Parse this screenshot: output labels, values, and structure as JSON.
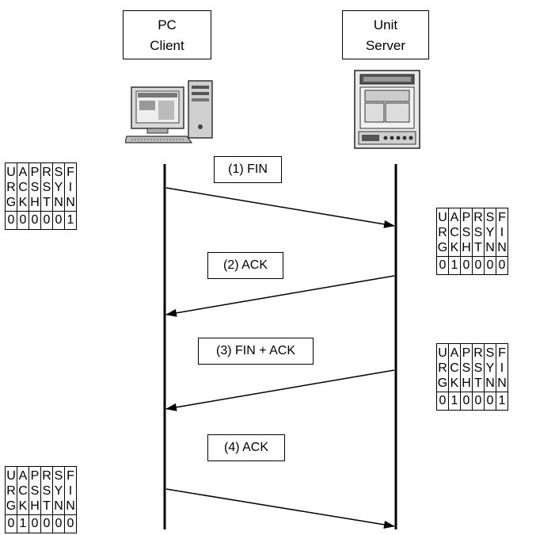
{
  "participants": {
    "client": {
      "line1": "PC",
      "line2": "Client"
    },
    "server": {
      "line1": "Unit",
      "line2": "Server"
    }
  },
  "messages": [
    {
      "label": "(1) FIN"
    },
    {
      "label": "(2) ACK"
    },
    {
      "label": "(3) FIN + ACK"
    },
    {
      "label": "(4) ACK"
    }
  ],
  "flag_tables": [
    {
      "values": [
        "0",
        "0",
        "0",
        "0",
        "0",
        "1"
      ]
    },
    {
      "values": [
        "0",
        "1",
        "0",
        "0",
        "0",
        "0"
      ]
    },
    {
      "values": [
        "0",
        "1",
        "0",
        "0",
        "0",
        "1"
      ]
    },
    {
      "values": [
        "0",
        "1",
        "0",
        "0",
        "0",
        "0"
      ]
    }
  ],
  "flag_headers": [
    [
      "U",
      "R",
      "G"
    ],
    [
      "A",
      "C",
      "K"
    ],
    [
      "P",
      "S",
      "H"
    ],
    [
      "R",
      "S",
      "T"
    ],
    [
      "S",
      "Y",
      "N"
    ],
    [
      "F",
      "I",
      "N"
    ]
  ]
}
